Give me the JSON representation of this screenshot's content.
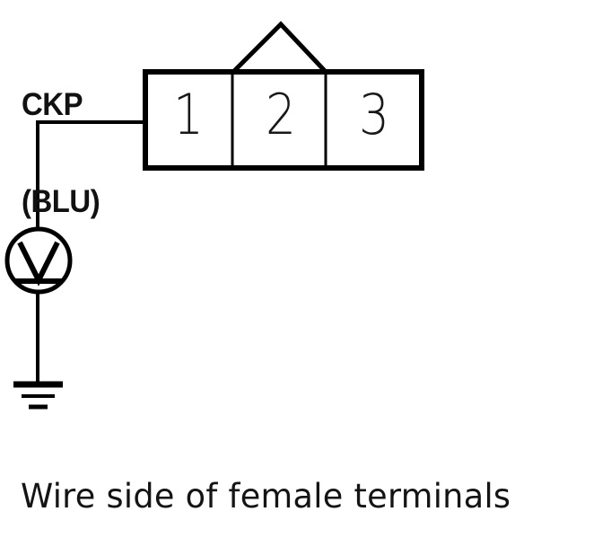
{
  "diagram": {
    "kind": "automotive-wiring-test-diagram",
    "caption": "Wire side of female terminals",
    "circuit_label": {
      "signal": "CKP",
      "wire_color": "(BLU)"
    },
    "connector": {
      "terminal_count": 3,
      "terminals": [
        {
          "number": "1",
          "wired": true
        },
        {
          "number": "2",
          "wired": false
        },
        {
          "number": "3",
          "wired": false
        }
      ],
      "has_locking_tab": true,
      "tab_position": "top-center"
    },
    "instruments": {
      "voltmeter": {
        "symbol": "V",
        "type": "dc-voltmeter",
        "icon": "voltmeter-icon"
      },
      "ground": {
        "icon": "ground-icon",
        "bars": 3
      }
    },
    "wiring": [
      {
        "from": "terminal-1",
        "to": "voltmeter-positive",
        "path": "horizontal-then-down"
      },
      {
        "from": "voltmeter-negative",
        "to": "ground",
        "path": "vertical"
      }
    ],
    "colors": {
      "ink": "#000000",
      "background": "#ffffff"
    }
  }
}
